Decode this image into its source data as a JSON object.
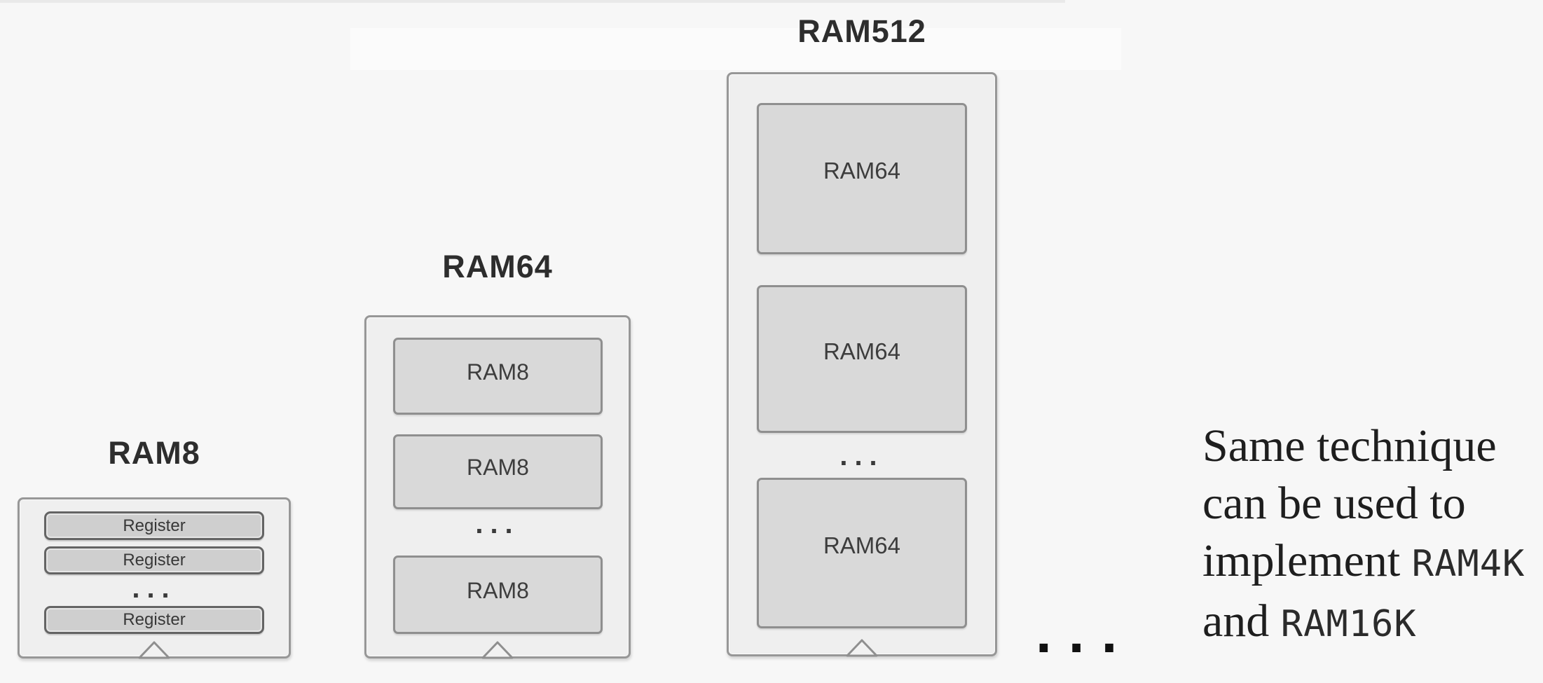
{
  "chips": [
    {
      "title": "RAM8",
      "units": [
        "Register",
        "Register",
        "Register"
      ],
      "ellipsis": "..."
    },
    {
      "title": "RAM64",
      "units": [
        "RAM8",
        "RAM8",
        "RAM8"
      ],
      "ellipsis": "..."
    },
    {
      "title": "RAM512",
      "units": [
        "RAM64",
        "RAM64",
        "RAM64"
      ],
      "ellipsis": "..."
    }
  ],
  "separator": {
    "dots": "..."
  },
  "note": {
    "line1": "Same technique",
    "line2": "can be used to",
    "line3_text": "implement",
    "line3_code": "RAM4K",
    "line4_text": "and",
    "line4_code": "RAM16K"
  },
  "colors": {
    "background": "#f7f7f7",
    "chip_fill": "#efefef",
    "chip_border": "#979797",
    "unit_fill": "#d9d9d9",
    "unit_border": "#8f8f8f",
    "text": "#2d2d2d"
  }
}
